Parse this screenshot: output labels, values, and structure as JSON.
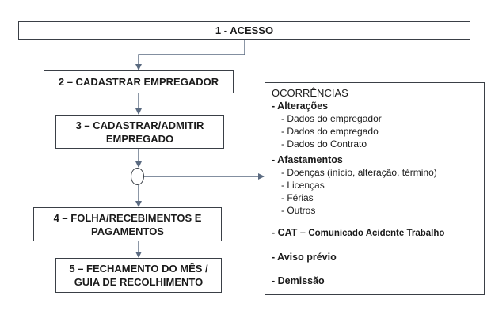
{
  "steps": {
    "acesso": "1 - ACESSO",
    "empregador": "2 – CADASTRAR EMPREGADOR",
    "empregado_line1": "3 – CADASTRAR/ADMITIR",
    "empregado_line2": "EMPREGADO",
    "folha_line1": "4 – FOLHA/RECEBIMENTOS E",
    "folha_line2": "PAGAMENTOS",
    "fechamento_line1": "5 – FECHAMENTO DO MÊS /",
    "fechamento_line2": "GUIA DE RECOLHIMENTO"
  },
  "ocorrencias": {
    "title": "OCORRÊNCIAS",
    "alteracoes": {
      "label": "- Alterações",
      "items": [
        "- Dados do empregador",
        "- Dados do empregado",
        "- Dados do Contrato"
      ]
    },
    "afastamentos": {
      "label": "- Afastamentos",
      "items": [
        "- Doenças (início, alteração, término)",
        "- Licenças",
        "- Férias",
        "- Outros"
      ]
    },
    "cat": {
      "label": "- CAT –",
      "note": "Comunicado Acidente Trabalho"
    },
    "aviso": "- Aviso prévio",
    "demissao": "- Demissão"
  }
}
